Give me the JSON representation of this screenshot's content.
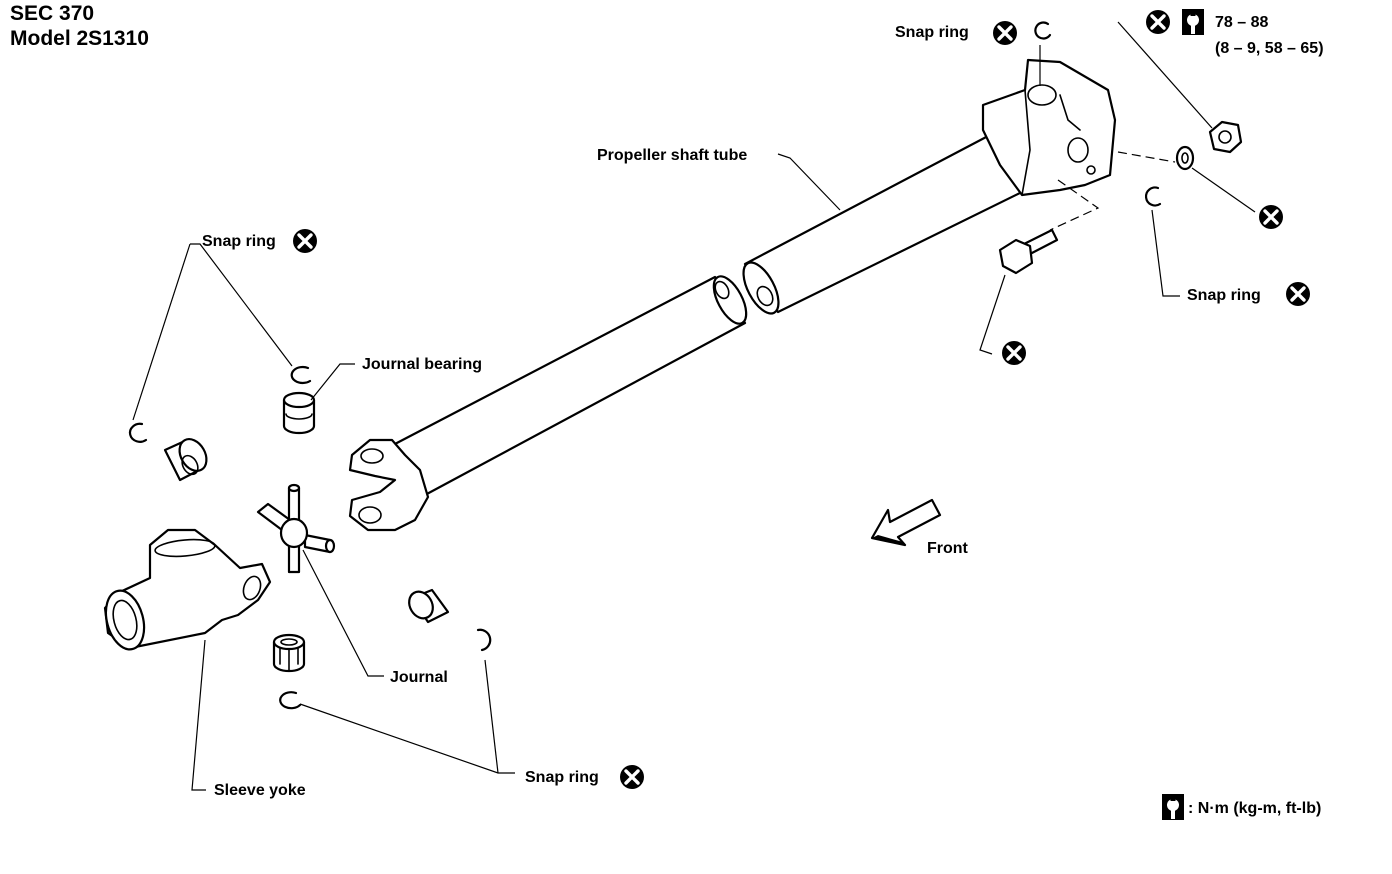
{
  "header": {
    "section": "SEC 370",
    "model": "Model 2S1310"
  },
  "labels": {
    "snap_ring": "Snap ring",
    "journal_bearing": "Journal bearing",
    "propeller_shaft_tube": "Propeller shaft tube",
    "journal": "Journal",
    "sleeve_yoke": "Sleeve yoke",
    "front": "Front"
  },
  "torque": {
    "value_nm": "78 – 88",
    "value_alt": "(8 – 9, 58 – 65)"
  },
  "legend": {
    "units": ": N·m (kg-m, ft-lb)"
  },
  "icons": {
    "replace_marker": "x-circle-icon",
    "torque_marker": "torque-wrench-icon",
    "direction_marker": "front-arrow-icon"
  }
}
